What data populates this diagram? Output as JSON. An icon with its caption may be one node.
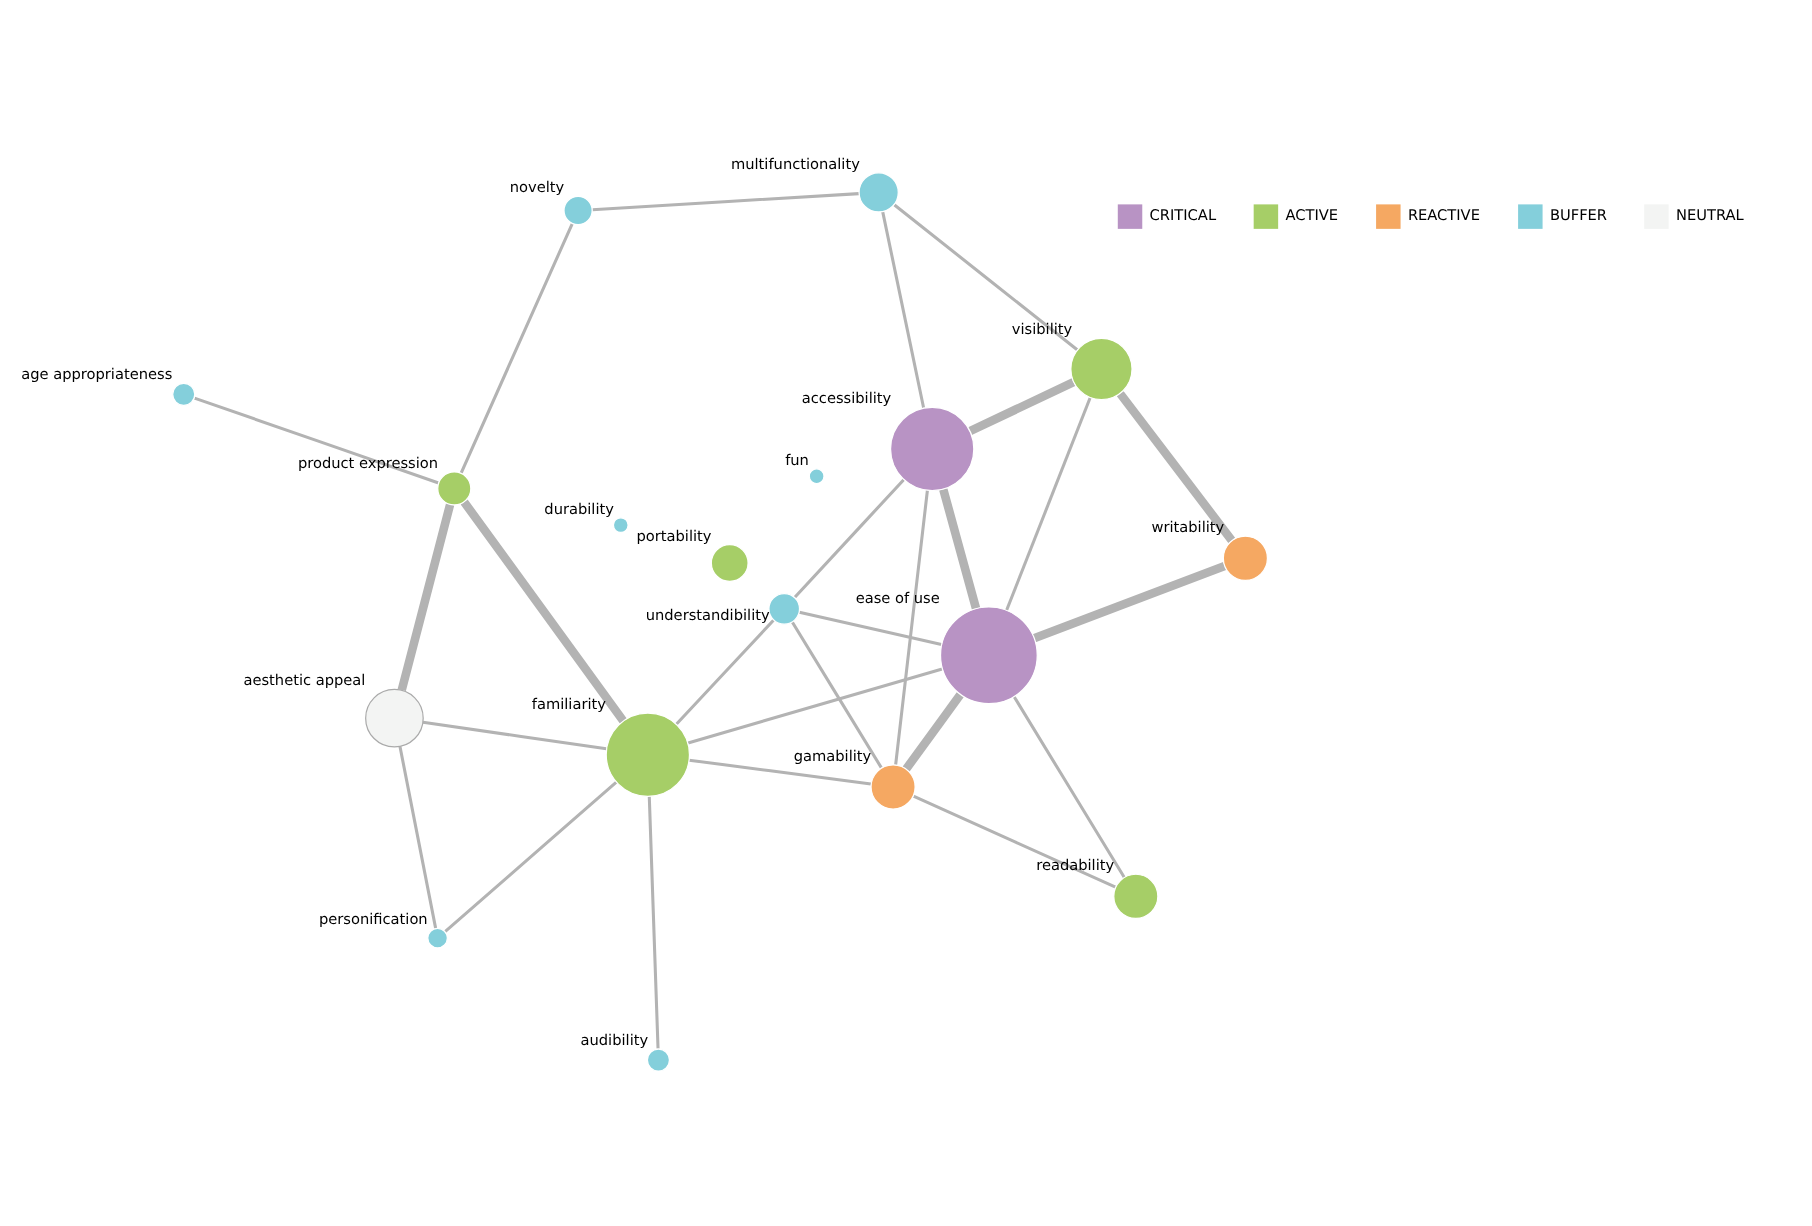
{
  "diagram": {
    "nodes": [
      {
        "text": [
          "ease of use"
        ]
      },
      {
        "text": [
          "understandibility"
        ]
      },
      {
        "text": [
          "personification"
        ]
      },
      {
        "text": [
          "aesthetic appeal"
        ]
      },
      {
        "text": [
          "visibility"
        ]
      },
      {
        "text": [
          "writability"
        ]
      },
      {
        "text": [
          "readability"
        ]
      },
      {
        "text": [
          "gamability"
        ]
      },
      {
        "text": [
          "familiarity"
        ]
      },
      {
        "text": [
          "product expression"
        ]
      },
      {
        "text": [
          "durability"
        ]
      },
      {
        "text": [
          "audibility"
        ]
      },
      {
        "text": [
          "fun"
        ]
      },
      {
        "text": [
          "portability"
        ]
      },
      {
        "text": [
          "age appropriateness"
        ]
      },
      {
        "text": [
          "accessibility"
        ]
      },
      {
        "text": [
          "multifunctionality"
        ]
      },
      {
        "text": [
          "novelty"
        ]
      }
    ],
    "edges": [
      {
        "from": 0,
        "to": 1,
        "arrow": "none"
      },
      {
        "from": 0,
        "to": 4,
        "arrow": "none"
      },
      {
        "from": 0,
        "to": 5,
        "arrow": "none",
        "style": "thick"
      },
      {
        "from": 0,
        "to": 15,
        "arrow": "none",
        "style": "thick"
      },
      {
        "from": 0,
        "to": 6,
        "arrow": "none"
      },
      {
        "from": 0,
        "to": 7,
        "arrow": "none",
        "style": "thick"
      },
      {
        "from": 0,
        "to": 8,
        "arrow": "none"
      },
      {
        "from": 4,
        "to": 5,
        "arrow": "none",
        "style": "thick"
      },
      {
        "from": 4,
        "to": 15,
        "arrow": "none",
        "style": "thick"
      },
      {
        "from": 4,
        "to": 16,
        "arrow": "none"
      },
      {
        "from": 6,
        "to": 7,
        "arrow": "none"
      },
      {
        "from": 1,
        "to": 15,
        "arrow": "none"
      },
      {
        "from": 1,
        "to": 7,
        "arrow": "none"
      },
      {
        "from": 1,
        "to": 8,
        "arrow": "none"
      },
      {
        "from": 7,
        "to": 8,
        "arrow": "none"
      },
      {
        "from": 7,
        "to": 15,
        "arrow": "none"
      },
      {
        "from": 2,
        "to": 8,
        "arrow": "none"
      },
      {
        "from": 2,
        "to": 3,
        "arrow": "none"
      },
      {
        "from": 3,
        "to": 8,
        "arrow": "none"
      },
      {
        "from": 3,
        "to": 9,
        "arrow": "none",
        "style": "thick"
      },
      {
        "from": 8,
        "to": 9,
        "arrow": "none",
        "style": "thick"
      },
      {
        "from": 8,
        "to": 11,
        "arrow": "none"
      },
      {
        "from": 9,
        "to": 17,
        "arrow": "none"
      },
      {
        "from": 9,
        "to": 14,
        "arrow": "none"
      },
      {
        "from": 15,
        "to": 16,
        "arrow": "none"
      },
      {
        "from": 16,
        "to": 17,
        "arrow": "none"
      }
    ],
    "legend": [
      {
        "text": "CRITICAL",
        "color": "#b893c4"
      },
      {
        "text": "ACTIVE",
        "color": "#a6ce67"
      },
      {
        "text": "REACTIVE",
        "color": "#f5a862"
      },
      {
        "text": "BUFFER",
        "color": "#84cfdb"
      },
      {
        "text": "NEUTRAL",
        "color": "#f3f4f3"
      }
    ]
  }
}
